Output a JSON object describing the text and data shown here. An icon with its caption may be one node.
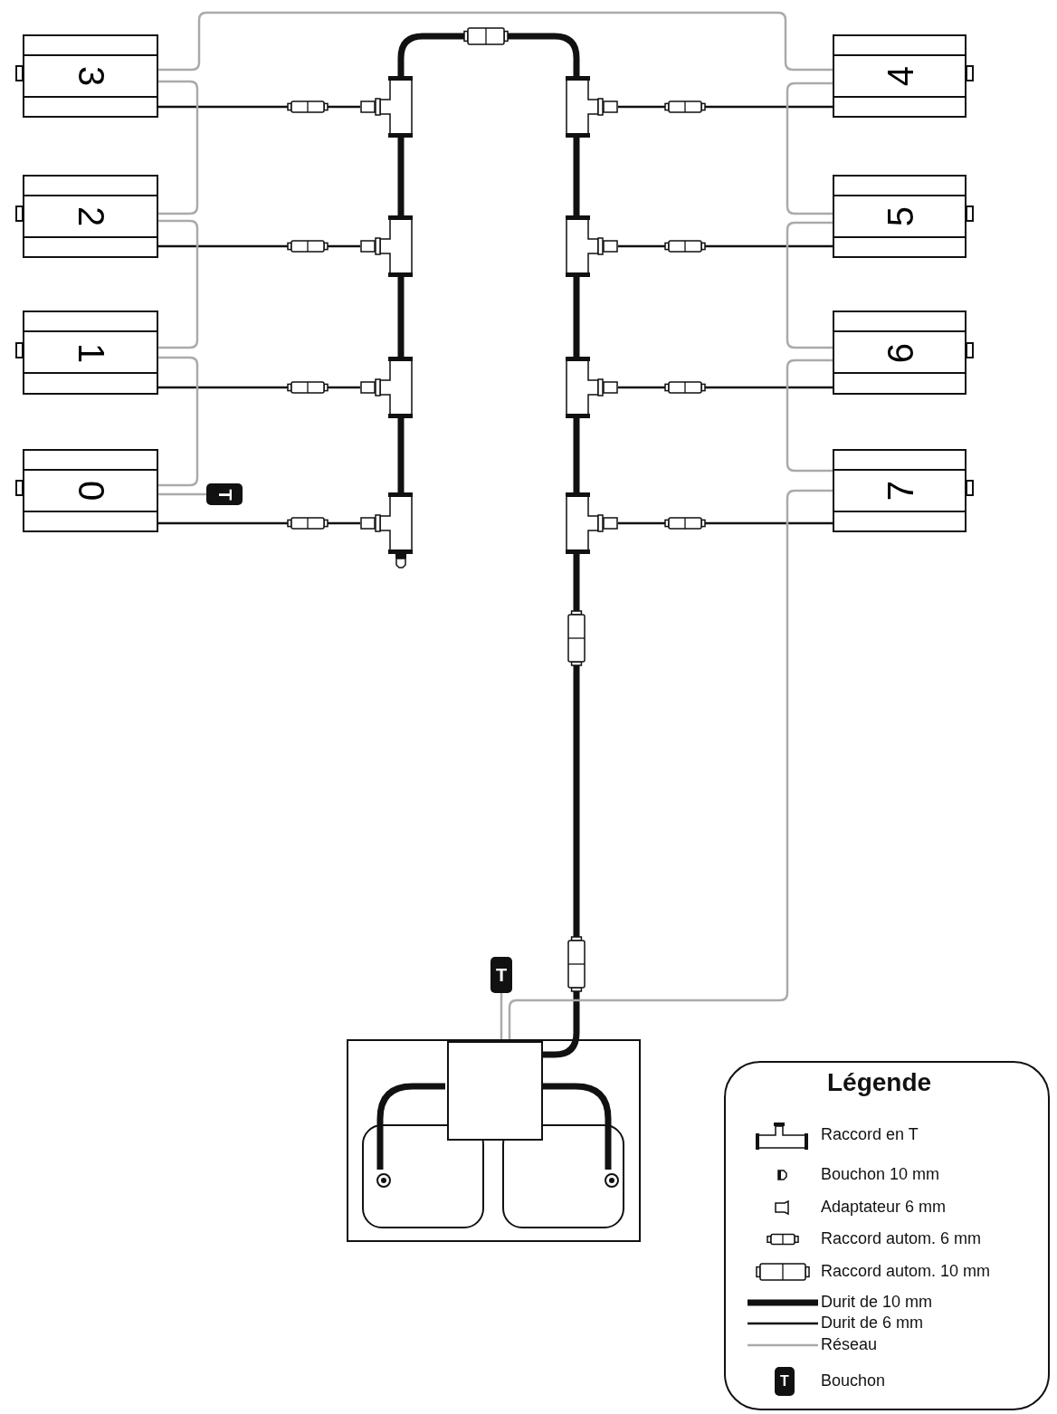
{
  "diagram": {
    "nodes": [
      {
        "text": [
          "3"
        ]
      },
      {
        "text": [
          "4"
        ]
      },
      {
        "text": [
          "2"
        ]
      },
      {
        "text": [
          "5"
        ]
      },
      {
        "text": [
          "1"
        ]
      },
      {
        "text": [
          "6"
        ]
      },
      {
        "text": [
          "0"
        ]
      },
      {
        "text": [
          "T"
        ]
      },
      {
        "text": [
          "7"
        ]
      },
      {
        "text": [
          "T"
        ]
      },
      {
        "text": [],
        "shape": "box"
      },
      {
        "text": [],
        "shape": "box",
        "in": 10
      },
      {
        "text": [],
        "shape": "box",
        "in": 10
      },
      {
        "text": [],
        "shape": "circle",
        "in": 12
      },
      {
        "text": [],
        "shape": "box",
        "in": 10
      },
      {
        "text": [],
        "shape": "circle",
        "in": 14
      },
      {
        "text": [],
        "shape": "tee"
      },
      {
        "text": [],
        "shape": "tee"
      },
      {
        "text": [],
        "shape": "tee"
      },
      {
        "text": [],
        "shape": "tee"
      },
      {
        "text": [],
        "shape": "tee"
      },
      {
        "text": [],
        "shape": "tee"
      },
      {
        "text": [],
        "shape": "tee"
      },
      {
        "text": [],
        "shape": "tee"
      }
    ],
    "edges": [
      {
        "from": 0,
        "to": 16,
        "arrow": "none"
      },
      {
        "from": 2,
        "to": 17,
        "arrow": "none"
      },
      {
        "from": 4,
        "to": 18,
        "arrow": "none"
      },
      {
        "from": 6,
        "to": 19,
        "arrow": "none"
      },
      {
        "from": 1,
        "to": 20,
        "arrow": "none"
      },
      {
        "from": 3,
        "to": 21,
        "arrow": "none"
      },
      {
        "from": 5,
        "to": 22,
        "arrow": "none"
      },
      {
        "from": 8,
        "to": 23,
        "arrow": "none"
      },
      {
        "from": 16,
        "to": 17,
        "arrow": "none",
        "style": "thick"
      },
      {
        "from": 17,
        "to": 18,
        "arrow": "none",
        "style": "thick"
      },
      {
        "from": 18,
        "to": 19,
        "arrow": "none",
        "style": "thick"
      },
      {
        "from": 16,
        "to": 20,
        "arrow": "none",
        "style": "thick"
      },
      {
        "from": 20,
        "to": 21,
        "arrow": "none",
        "style": "thick"
      },
      {
        "from": 21,
        "to": 22,
        "arrow": "none",
        "style": "thick"
      },
      {
        "from": 22,
        "to": 23,
        "arrow": "none",
        "style": "thick"
      },
      {
        "from": 23,
        "to": 11,
        "arrow": "none",
        "style": "thick"
      },
      {
        "from": 11,
        "to": 13,
        "arrow": "none",
        "style": "thick"
      },
      {
        "from": 11,
        "to": 15,
        "arrow": "none",
        "style": "thick"
      },
      {
        "from": 0,
        "to": 1,
        "arrow": "none",
        "color": "#aaaaaa"
      },
      {
        "from": 0,
        "to": 2,
        "arrow": "none",
        "color": "#aaaaaa"
      },
      {
        "from": 2,
        "to": 4,
        "arrow": "none",
        "color": "#aaaaaa"
      },
      {
        "from": 4,
        "to": 6,
        "arrow": "none",
        "color": "#aaaaaa"
      },
      {
        "from": 6,
        "to": 7,
        "arrow": "none",
        "color": "#aaaaaa"
      },
      {
        "from": 1,
        "to": 3,
        "arrow": "none",
        "color": "#aaaaaa"
      },
      {
        "from": 3,
        "to": 5,
        "arrow": "none",
        "color": "#aaaaaa"
      },
      {
        "from": 5,
        "to": 8,
        "arrow": "none",
        "color": "#aaaaaa"
      },
      {
        "from": 8,
        "to": 11,
        "arrow": "none",
        "color": "#aaaaaa"
      },
      {
        "from": 9,
        "to": 11,
        "arrow": "none",
        "color": "#aaaaaa"
      }
    ],
    "labels": [
      "Légende",
      "T"
    ],
    "legend": [
      {
        "text": "Raccord en T"
      },
      {
        "text": "Bouchon 10 mm"
      },
      {
        "text": "Adaptateur 6 mm"
      },
      {
        "text": "Raccord autom. 6 mm"
      },
      {
        "text": "Raccord autom. 10 mm"
      },
      {
        "text": "Durit de 10 mm"
      },
      {
        "text": "Durit de 6 mm"
      },
      {
        "text": "Réseau"
      },
      {
        "text": "Bouchon"
      }
    ]
  }
}
